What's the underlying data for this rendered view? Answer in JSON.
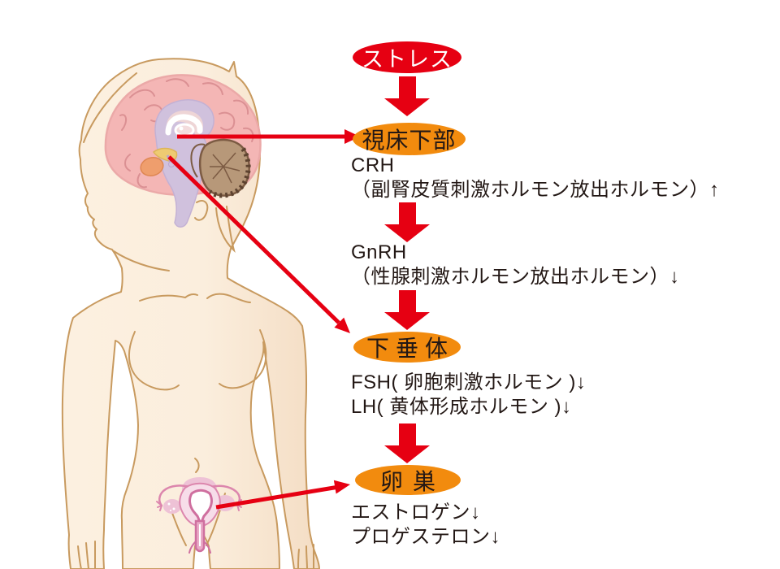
{
  "flow": {
    "nodes": [
      {
        "id": "stress",
        "label": "ストレス",
        "shape": "ellipse",
        "fill": "#e60012",
        "text_color": "#ffffff"
      },
      {
        "id": "hypothalamus",
        "label": "視床下部",
        "shape": "ellipse",
        "fill": "#f28b0e",
        "text_color": "#231815"
      },
      {
        "id": "pituitary",
        "label": "下垂体",
        "shape": "ellipse",
        "fill": "#f28b0e",
        "text_color": "#231815"
      },
      {
        "id": "ovary",
        "label": "卵巣",
        "shape": "ellipse",
        "fill": "#f28b0e",
        "text_color": "#231815"
      }
    ],
    "hormones": [
      {
        "lines": [
          "CRH",
          "（副腎皮質刺激ホルモン放出ホルモン）↑"
        ]
      },
      {
        "lines": [
          "GnRH",
          "（性腺刺激ホルモン放出ホルモン）↓"
        ]
      },
      {
        "lines": [
          "FSH( 卵胞刺激ホルモン )↓",
          "LH( 黄体形成ホルモン )↓"
        ]
      },
      {
        "lines": [
          "エストロゲン↓",
          "プロゲステロン↓"
        ]
      }
    ]
  },
  "illustration": {
    "parts": [
      "female-body-silhouette",
      "brain-sagittal-section",
      "cerebellum",
      "hypothalamus-highlight",
      "pituitary-highlight",
      "uterus-and-ovaries"
    ],
    "connector_color": "#e60012"
  },
  "colors": {
    "arrow_red": "#e60012",
    "node_orange": "#f28b0e",
    "skin": "#fbeedd",
    "outline_tan": "#c89a5f",
    "brain_pink": "#f4b6b5",
    "brain_lavender": "#d0c1dd",
    "cerebellum_brown": "#b79879",
    "uterus_pink": "#dc86ad",
    "text_black": "#231815"
  }
}
